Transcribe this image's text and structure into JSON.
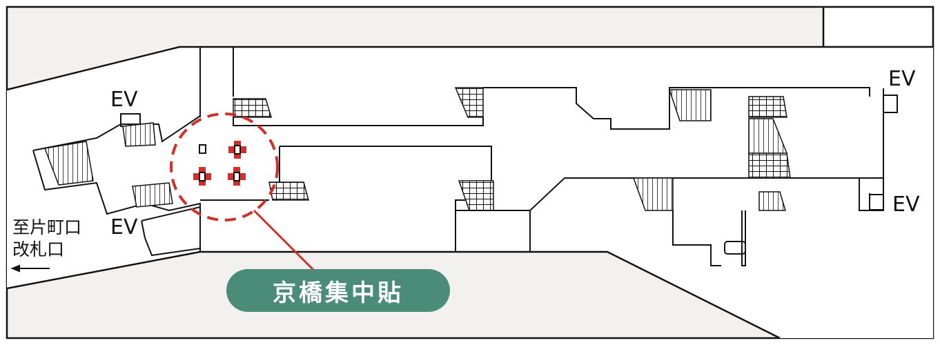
{
  "map": {
    "ev_labels": [
      "EV",
      "EV",
      "EV",
      "EV"
    ],
    "exit_label": {
      "line1": "至片町口",
      "line2": "改札口",
      "arrow_icon": "arrow-left-icon"
    },
    "callout": {
      "label": "京橋集中貼",
      "color": "#4a8c78"
    },
    "colors": {
      "highlight": "#d0302a",
      "background_gray": "#f2f1ef",
      "wall": "#111111"
    }
  }
}
